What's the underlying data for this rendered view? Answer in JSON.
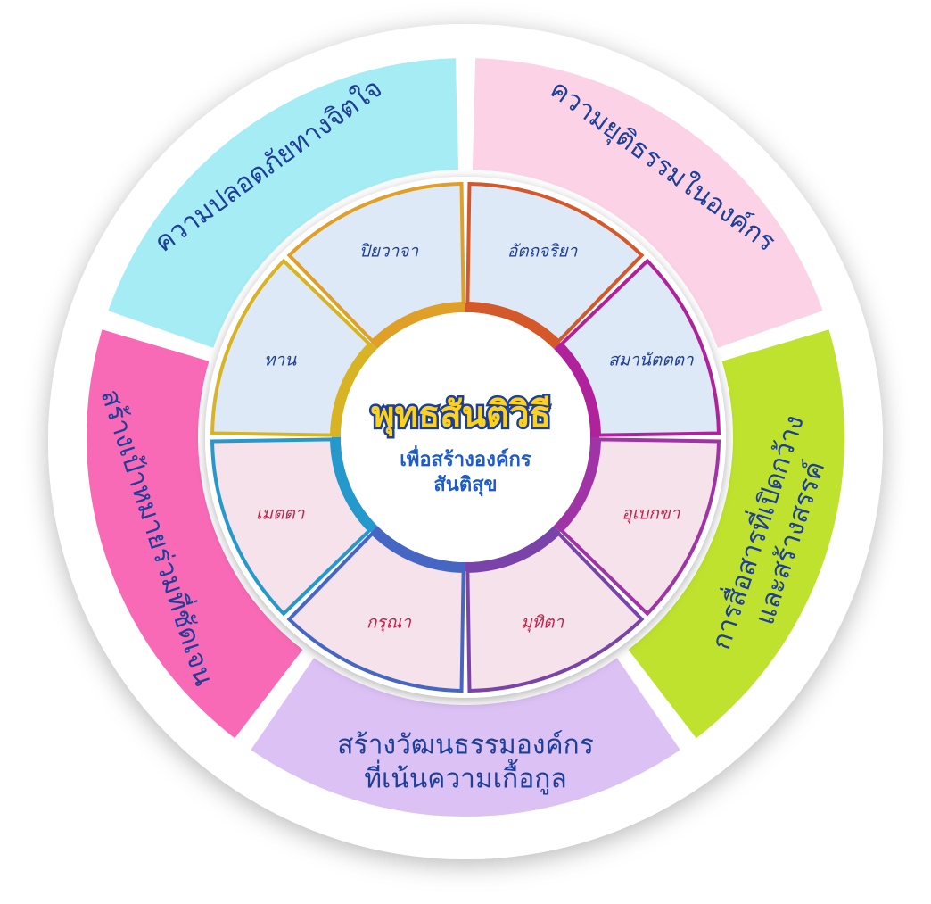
{
  "center": {
    "title": "พุทธสันติวิธี",
    "subtitle_line1": "เพื่อสร้างองค์กร",
    "subtitle_line2": "สันติสุข"
  },
  "outer_segments": [
    {
      "lines": [
        "ความปลอดภัยทางจิตใจ"
      ],
      "color": "#a6ecf5"
    },
    {
      "lines": [
        "ความยุติธรรมในองค์กร"
      ],
      "color": "#fcd3e6"
    },
    {
      "lines": [
        "การสื่อสารที่เปิดกว้าง",
        "และสร้างสรรค์"
      ],
      "color": "#bfe22e"
    },
    {
      "lines": [
        "สร้างวัฒนธรรมองค์กร",
        "ที่เน้นความเกื้อกูล"
      ],
      "color": "#dcc1f5"
    },
    {
      "lines": [
        "สร้างเป้าหมายร่วมที่ชัดเจน"
      ],
      "color": "#f96ab6"
    }
  ],
  "inner_segments": [
    {
      "label": "อัตถจริยา",
      "border": "#d4582a",
      "fill": "#dde9f6",
      "text": "#1d3f9a"
    },
    {
      "label": "สมานัตตตา",
      "border": "#b0229c",
      "fill": "#dde9f6",
      "text": "#1d3f9a"
    },
    {
      "label": "อุเบกขา",
      "border": "#a033a6",
      "fill": "#f6e2ea",
      "text": "#c0224a"
    },
    {
      "label": "มุทิตา",
      "border": "#7a43aa",
      "fill": "#f6e2ea",
      "text": "#c0224a"
    },
    {
      "label": "กรุณา",
      "border": "#4666c4",
      "fill": "#f6e2ea",
      "text": "#c0224a"
    },
    {
      "label": "เมตตา",
      "border": "#2598cc",
      "fill": "#f6e2ea",
      "text": "#c0224a"
    },
    {
      "label": "ทาน",
      "border": "#d8b424",
      "fill": "#dde9f6",
      "text": "#1d3f9a"
    },
    {
      "label": "ปิยวาจา",
      "border": "#e0a028",
      "fill": "#dde9f6",
      "text": "#1d3f9a"
    }
  ]
}
